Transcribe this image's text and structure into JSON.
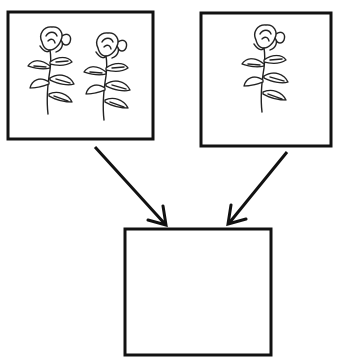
{
  "diagram": {
    "boxes": [
      {
        "name": "left-box",
        "content": "two-rose-plants-icon"
      },
      {
        "name": "right-box",
        "content": "one-rose-plant-icon"
      },
      {
        "name": "bottom-box",
        "content": "empty"
      }
    ],
    "arrows": [
      {
        "from": "left-box",
        "to": "bottom-box"
      },
      {
        "from": "right-box",
        "to": "bottom-box"
      }
    ],
    "line_color": "#111111",
    "background": "#ffffff"
  }
}
